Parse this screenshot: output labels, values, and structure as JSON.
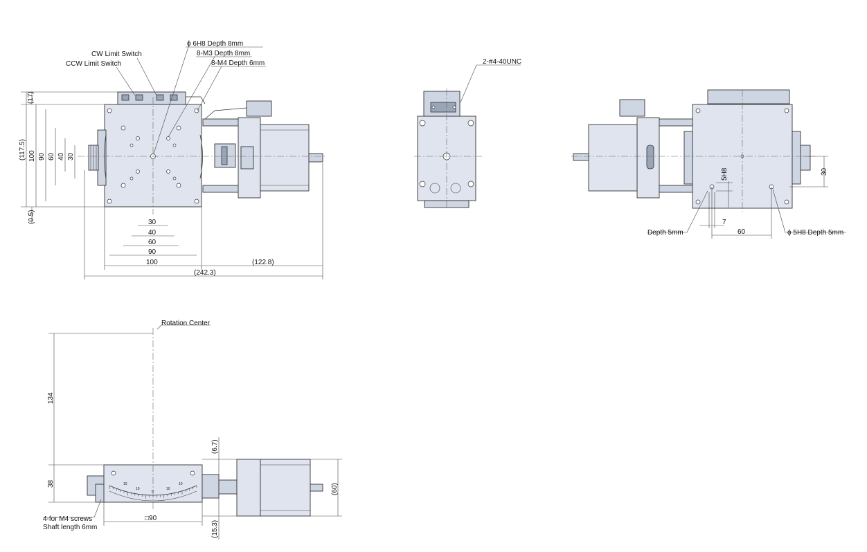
{
  "top_view": {
    "callouts": {
      "cw_limit": "CW Limit Switch",
      "ccw_limit": "CCW Limit Switch",
      "pin_hole": "ϕ 6H8 Depth 8mm",
      "m3": "8-M3 Depth 8mm",
      "m4": "8-M4 Depth 6mm"
    },
    "dims_vertical": [
      "(17)",
      "(117.5)",
      "100",
      "90",
      "60",
      "40",
      "30",
      "(0.5)"
    ],
    "dims_horizontal": [
      "30",
      "40",
      "60",
      "90",
      "100",
      "(122.8)",
      "(242.3)"
    ]
  },
  "front_view": {
    "callouts": {
      "unc": "2-#4-40UNC"
    }
  },
  "bottom_view": {
    "callouts": {
      "depth": "Depth 5mm",
      "pin": "ϕ 5H8 Depth 5mm"
    },
    "dims": {
      "slot": "5H8",
      "gap": "7",
      "pitch": "60",
      "height": "30"
    }
  },
  "side_view": {
    "callouts": {
      "rotation_center": "Rotation Center",
      "screws_line1": "4-for M4 screws",
      "screws_line2": "Shaft length 6mm"
    },
    "dims": {
      "radius": "134",
      "height": "38",
      "top_offset": "(6.7)",
      "motor": "(60)",
      "bottom_offset": "(15.3)",
      "square": "□90"
    },
    "scale_labels": [
      "10",
      "10",
      "10",
      "10",
      "0"
    ]
  }
}
